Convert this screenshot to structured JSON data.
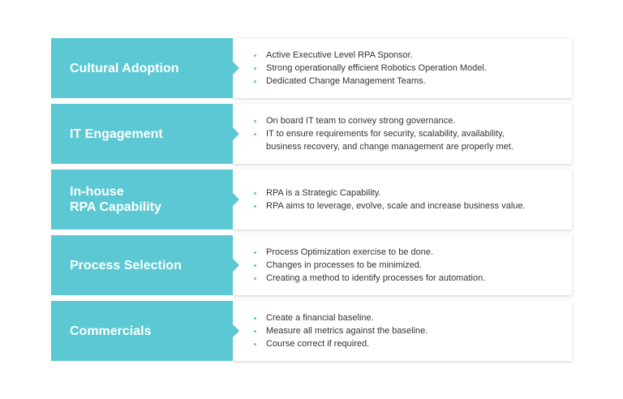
{
  "rows": [
    {
      "title": "Cultural Adoption",
      "bullets": [
        "Active Executive Level RPA Sponsor.",
        "Strong operationally efficient Robotics Operation Model.",
        "Dedicated Change Management Teams."
      ]
    },
    {
      "title": "IT Engagement",
      "bullets": [
        "On board IT team to convey strong governance.",
        "IT to ensure requirements for security, scalability, availability,\nbusiness recovery, and change management are properly met."
      ]
    },
    {
      "title": "In-house\nRPA Capability",
      "bullets": [
        "RPA is a Strategic Capability.",
        "RPA aims to leverage, evolve, scale and increase business value."
      ]
    },
    {
      "title": "Process Selection",
      "bullets": [
        "Process Optimization exercise to be done.",
        "Changes in processes to be minimized.",
        "Creating a method to identify processes for automation."
      ]
    },
    {
      "title": "Commercials",
      "bullets": [
        "Create a financial baseline.",
        "Measure all metrics against the baseline.",
        "Course correct if required."
      ]
    }
  ],
  "colors": {
    "accent": "#5bc8d3",
    "text": "#333333"
  }
}
